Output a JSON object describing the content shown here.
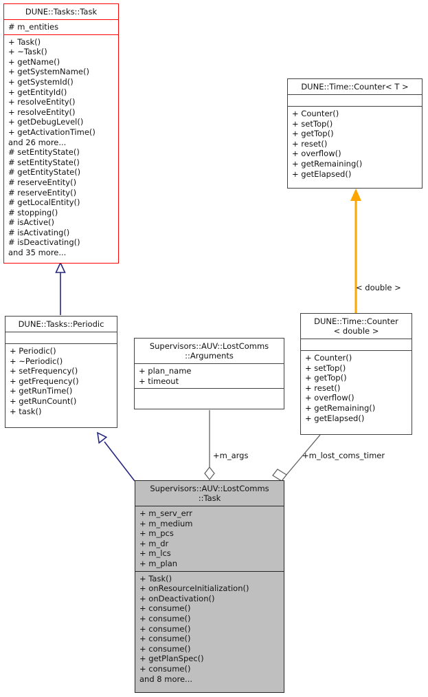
{
  "diagram": {
    "type": "uml-class-diagram",
    "background": "#ffffff",
    "colors": {
      "highlight_border": "#ff0000",
      "normal_border": "#404040",
      "focus_fill": "#bfbfbf",
      "inheritance_edge": "#27277f",
      "template_edge": "#ffa500",
      "aggregation_edge": "#606060"
    }
  },
  "classes": {
    "dune_tasks_task": {
      "name": "DUNE::Tasks::Task",
      "attributes": [
        "# m_entities"
      ],
      "operations": [
        "+ Task()",
        "+ ~Task()",
        "+ getName()",
        "+ getSystemName()",
        "+ getSystemId()",
        "+ getEntityId()",
        "+ resolveEntity()",
        "+ resolveEntity()",
        "+ getDebugLevel()",
        "+ getActivationTime()",
        "and 26 more...",
        "# setEntityState()",
        "# setEntityState()",
        "# getEntityState()",
        "# reserveEntity()",
        "# reserveEntity()",
        "# getLocalEntity()",
        "# stopping()",
        "# isActive()",
        "# isActivating()",
        "# isDeactivating()",
        "and 35 more..."
      ]
    },
    "dune_time_counter_t": {
      "name": "DUNE::Time::Counter< T >",
      "attributes": [],
      "operations": [
        "+ Counter()",
        "+ setTop()",
        "+ getTop()",
        "+ reset()",
        "+ overflow()",
        "+ getRemaining()",
        "+ getElapsed()"
      ]
    },
    "dune_time_counter_double": {
      "name": "DUNE::Time::Counter\n< double >",
      "attributes": [],
      "operations": [
        "+ Counter()",
        "+ setTop()",
        "+ getTop()",
        "+ reset()",
        "+ overflow()",
        "+ getRemaining()",
        "+ getElapsed()"
      ]
    },
    "dune_tasks_periodic": {
      "name": "DUNE::Tasks::Periodic",
      "attributes": [],
      "operations": [
        "+ Periodic()",
        "+ ~Periodic()",
        "+ setFrequency()",
        "+ getFrequency()",
        "+ getRunTime()",
        "+ getRunCount()",
        "+ task()"
      ]
    },
    "lostcomms_arguments": {
      "name": "Supervisors::AUV::LostComms\n::Arguments",
      "attributes": [
        "+ plan_name",
        "+ timeout"
      ],
      "operations": []
    },
    "lostcomms_task": {
      "name": "Supervisors::AUV::LostComms\n::Task",
      "attributes": [
        "+ m_serv_err",
        "+ m_medium",
        "+ m_pcs",
        "+ m_dr",
        "+ m_lcs",
        "+ m_plan"
      ],
      "operations": [
        "+ Task()",
        "+ onResourceInitialization()",
        "+ onDeactivation()",
        "+ consume()",
        "+ consume()",
        "+ consume()",
        "+ consume()",
        "+ consume()",
        "+ getPlanSpec()",
        "+ consume()",
        "and 8 more..."
      ]
    }
  },
  "edges": {
    "template_binding_label": "< double >",
    "args_aggregation_label": "+m_args",
    "timer_aggregation_label": "+m_lost_coms_timer"
  }
}
